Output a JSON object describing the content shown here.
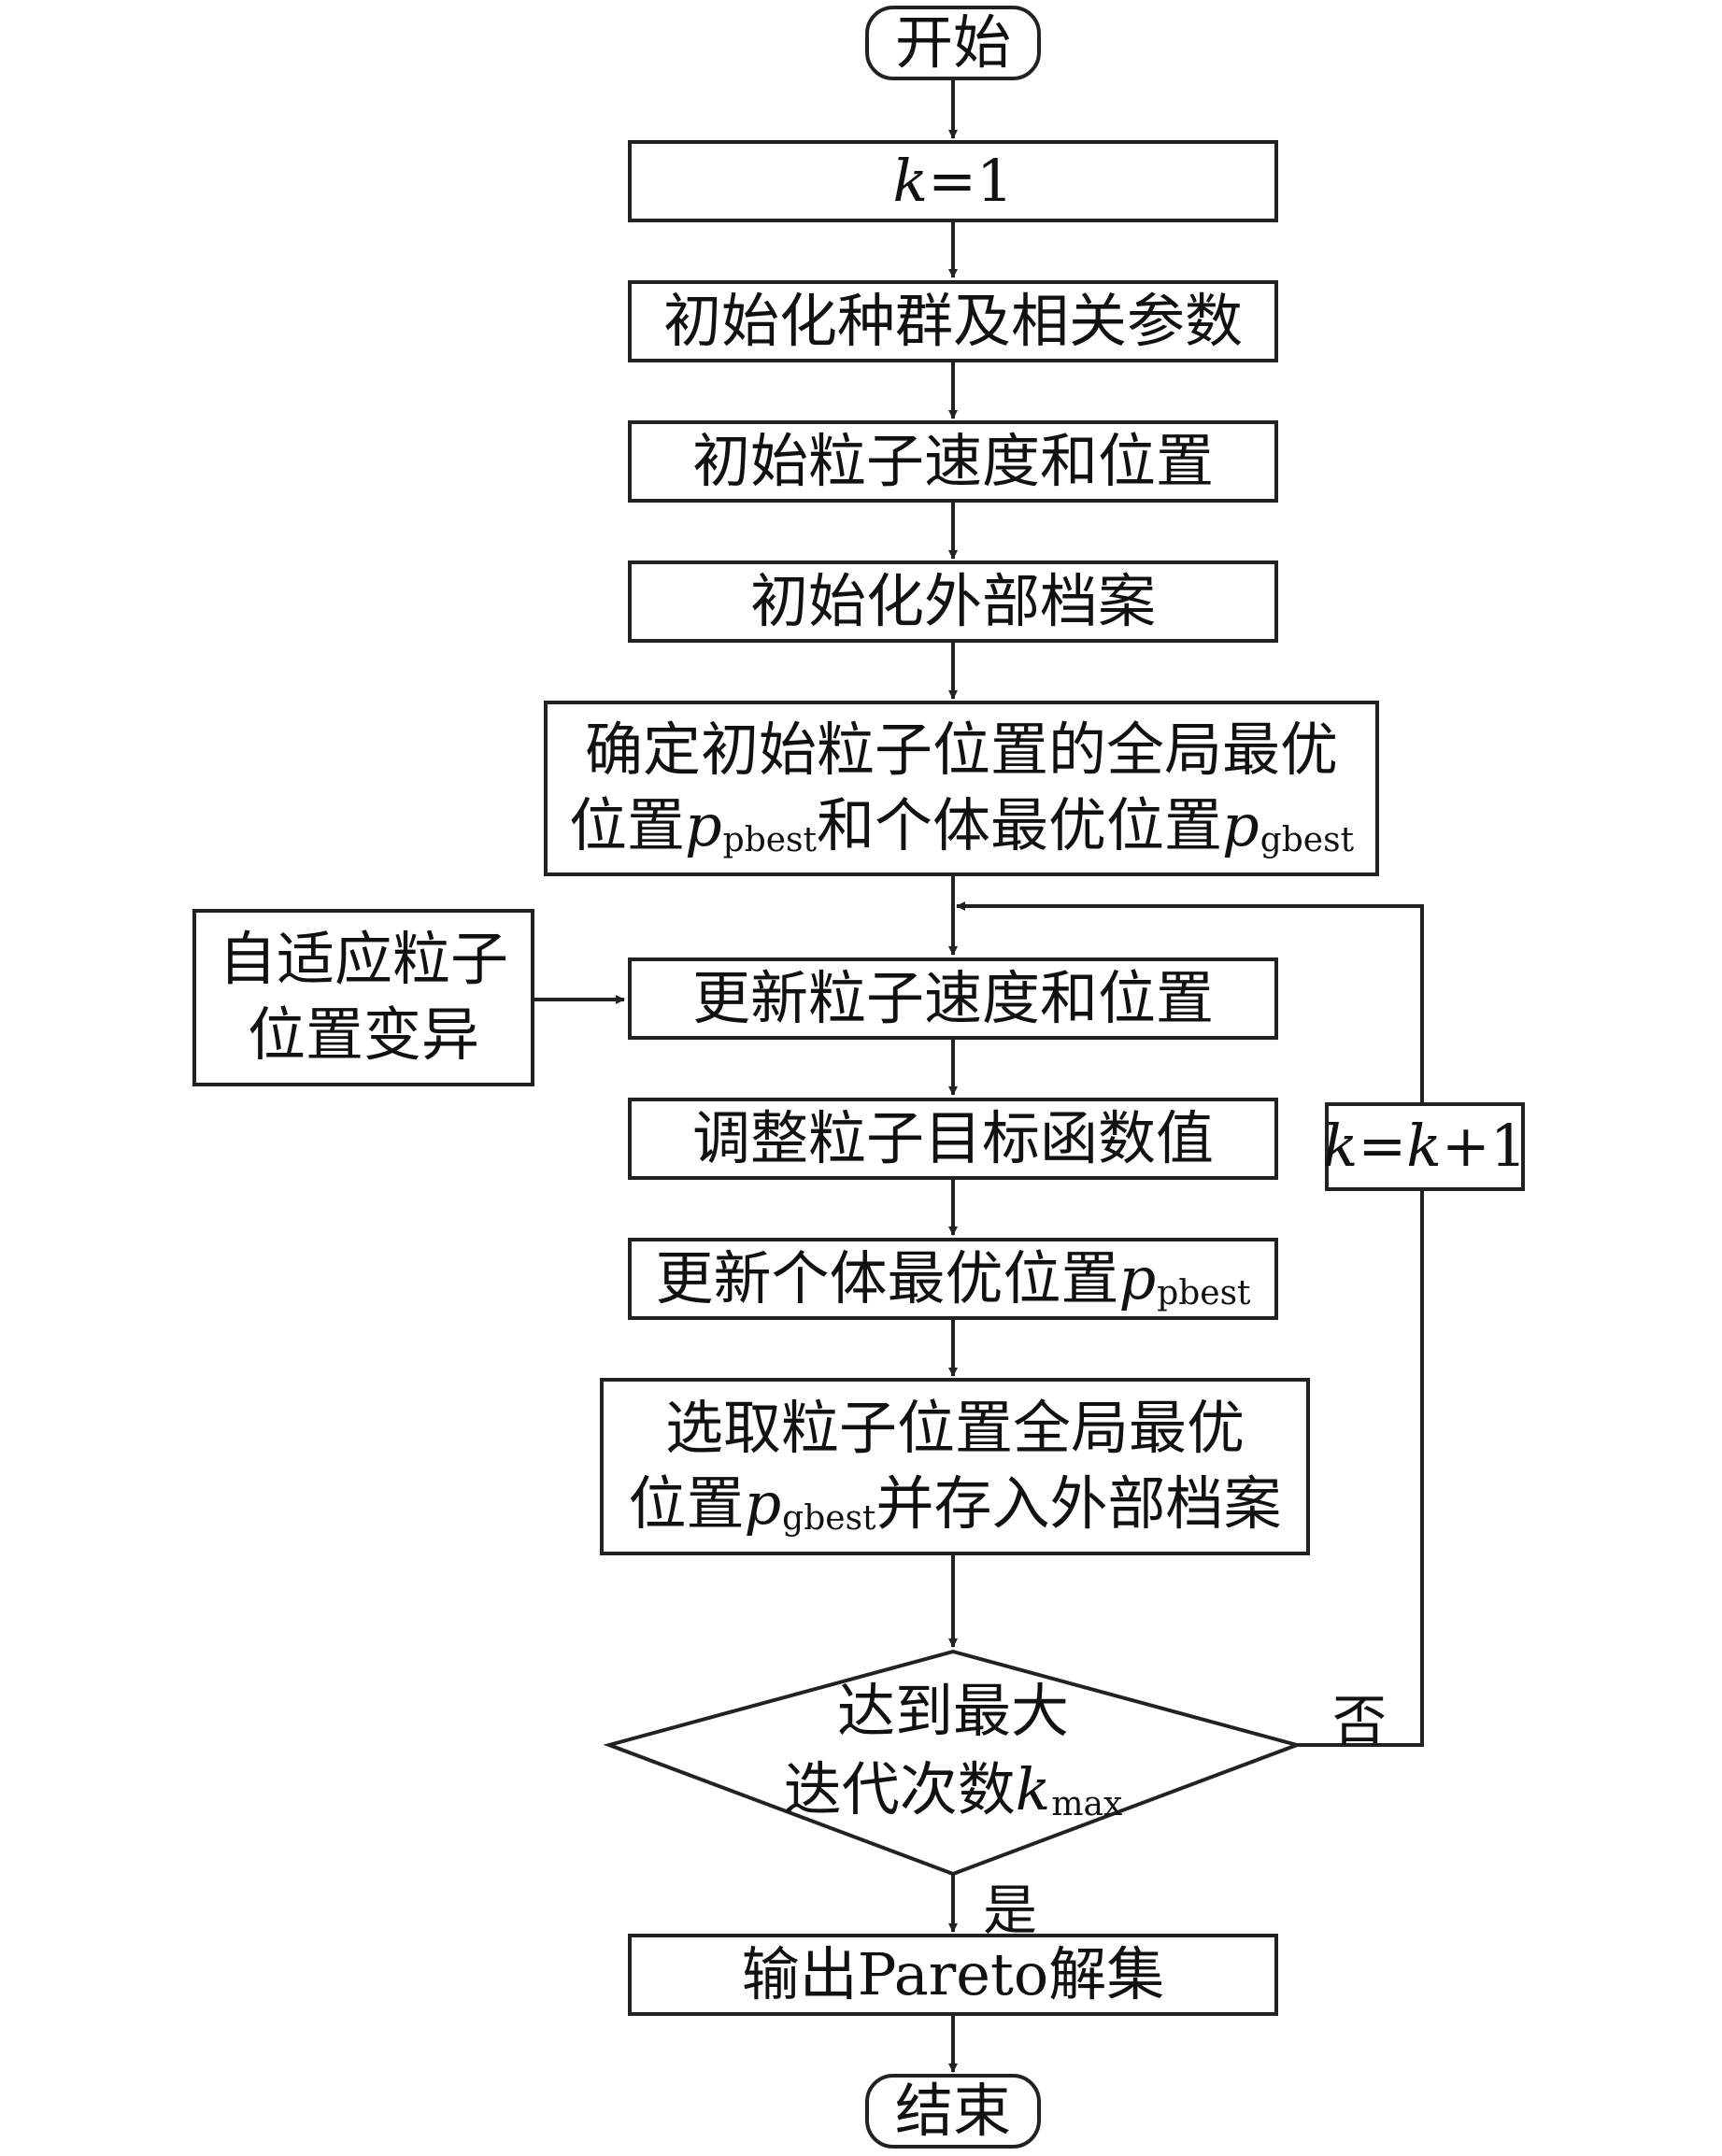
{
  "flowchart": {
    "start": "开始",
    "init_k": {
      "var": "k",
      "rest": "=1"
    },
    "init_population": "初始化种群及相关参数",
    "init_particles": "初始粒子速度和位置",
    "init_archive": "初始化外部档案",
    "determine_best": {
      "line1": "确定初始粒子位置的全局最优",
      "line2_a": "位置",
      "var1": "p",
      "sub1": "pbest",
      "line2_b": "和个体最优位置",
      "var2": "p",
      "sub2": "gbest"
    },
    "mutation": {
      "line1": "自适应粒子",
      "line2": "位置变异"
    },
    "update_particles": "更新粒子速度和位置",
    "adjust_objective": "调整粒子目标函数值",
    "update_pbest": {
      "text": "更新个体最优位置",
      "var": "p",
      "sub": "pbest"
    },
    "select_gbest": {
      "line1": "选取粒子位置全局最优",
      "line2_a": "位置",
      "var": "p",
      "sub": "gbest",
      "line2_b": "并存入外部档案"
    },
    "increment_k": {
      "var1": "k",
      "eq": "=",
      "var2": "k",
      "rest": "+1"
    },
    "decision": {
      "line1": "达到最大",
      "line2": "迭代次数",
      "var": "k",
      "sub": "max"
    },
    "no_label": "否",
    "yes_label": "是",
    "output": "输出Pareto解集",
    "end": "结束"
  },
  "colors": {
    "stroke": "#222222",
    "background": "#ffffff"
  }
}
